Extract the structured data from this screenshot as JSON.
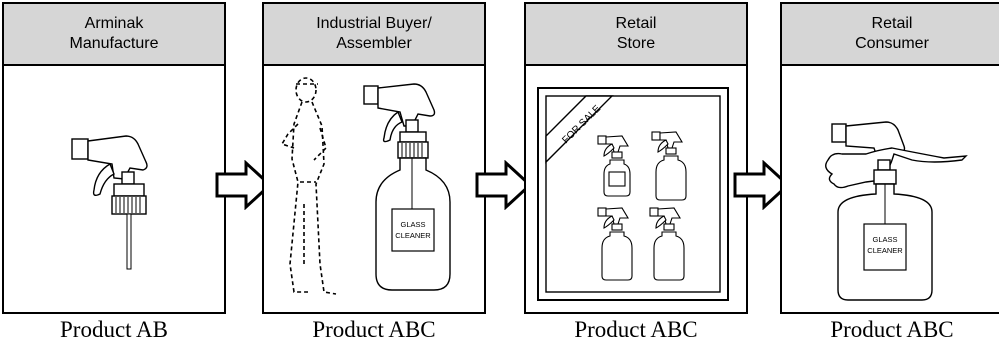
{
  "stages": [
    {
      "title": "Arminak\nManufacture",
      "caption": "Product AB"
    },
    {
      "title": "Industrial Buyer/\nAssembler",
      "caption": "Product ABC",
      "bottle_label": "GLASS\nCLEANER"
    },
    {
      "title": "Retail\nStore",
      "caption": "Product ABC",
      "banner": "FOR SALE"
    },
    {
      "title": "Retail\nConsumer",
      "caption": "Product ABC",
      "bottle_label": "GLASS\nCLEANER"
    }
  ],
  "colors": {
    "header_fill": "#d6d6d6",
    "line": "#000000"
  },
  "icons": [
    "trigger-sprayer-icon",
    "worker-icon",
    "spray-bottle-icon",
    "display-case-icon",
    "hand-spraying-icon",
    "flow-arrow-icon"
  ]
}
